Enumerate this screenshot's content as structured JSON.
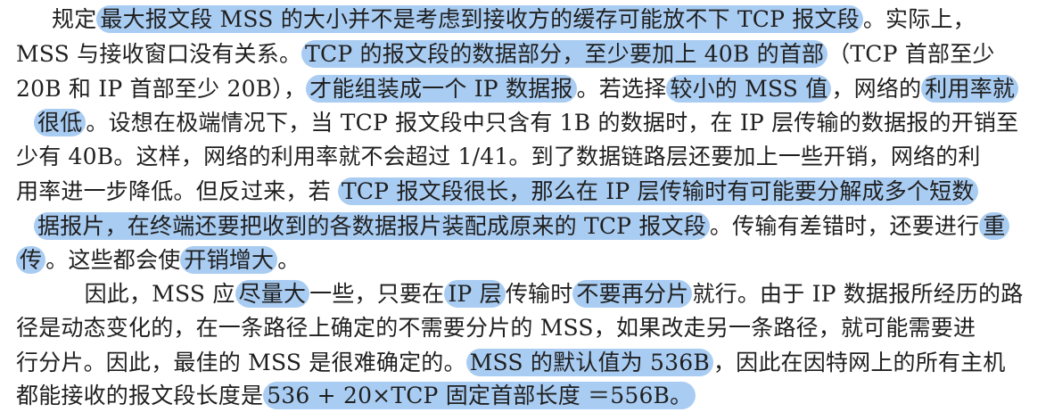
{
  "paragraphs": [
    {
      "lines": [
        [
          {
            "t": "规定",
            "h": false
          },
          {
            "t": "最大报文段 MSS 的大小并不是考虑到接收方的缓存可能放不下 TCP 报文段",
            "h": true
          },
          {
            "t": "。实际上，",
            "h": false
          }
        ],
        [
          {
            "t": "MSS 与接收窗口没有关系。",
            "h": false
          },
          {
            "t": "TCP 的报文段的数据部分，至少要加上 40B 的首部",
            "h": true
          },
          {
            "t": "（TCP 首部至少",
            "h": false
          }
        ],
        [
          {
            "t": "20B 和 IP 首部至少 20B），",
            "h": false
          },
          {
            "t": "才能组装成一个 IP 数据报",
            "h": true
          },
          {
            "t": "。若选择",
            "h": false
          },
          {
            "t": "较小的 MSS 值",
            "h": true
          },
          {
            "t": "，网络的",
            "h": false
          },
          {
            "t": "利用率就",
            "h": true
          }
        ],
        [
          {
            "t": "很低",
            "h": true
          },
          {
            "t": "。设想在极端情况下，当 TCP 报文段中只含有 1B 的数据时，在 IP 层传输的数据报的开销至",
            "h": false
          }
        ],
        [
          {
            "t": "少有 40B。这样，网络的利用率就不会超过 1/41。到了数据链路层还要加上一些开销，网络的利",
            "h": false
          }
        ],
        [
          {
            "t": "用率进一步降低。但反过来，若 ",
            "h": false
          },
          {
            "t": "TCP 报文段很长，那么在 IP 层传输时有可能要分解成多个短数",
            "h": true
          }
        ],
        [
          {
            "t": "据报片，在终端还要把收到的各数据报片装配成原来的 TCP 报文段",
            "h": true
          },
          {
            "t": "。传输有差错时，还要进行",
            "h": false
          },
          {
            "t": "重",
            "h": true
          }
        ],
        [
          {
            "t": "传",
            "h": true
          },
          {
            "t": "。这些都会使",
            "h": false
          },
          {
            "t": "开销增大",
            "h": true
          },
          {
            "t": "。",
            "h": false
          }
        ]
      ]
    },
    {
      "lines": [
        [
          {
            "t": "    因此，MSS 应",
            "h": false
          },
          {
            "t": "尽量大",
            "h": true
          },
          {
            "t": "一些，只要在",
            "h": false
          },
          {
            "t": "IP 层",
            "h": true
          },
          {
            "t": "传输时",
            "h": false
          },
          {
            "t": "不要再分片",
            "h": true
          },
          {
            "t": "就行。由于 IP 数据报所经历的路",
            "h": false
          }
        ],
        [
          {
            "t": "径是动态变化的，在一条路径上确定的不需要分片的 MSS，如果改走另一条路径，就可能需要进",
            "h": false
          }
        ],
        [
          {
            "t": "行分片。因此，最佳的 MSS 是很难确定的。",
            "h": false
          },
          {
            "t": "MSS 的默认值为 536B",
            "h": true
          },
          {
            "t": "，因此在因特网上的所有主机",
            "h": false
          }
        ],
        [
          {
            "t": "都能接收的报文段长度是",
            "h": false
          },
          {
            "t": "536 + 20×TCP 固定首部长度 ＝556B。",
            "h": true
          }
        ]
      ]
    }
  ],
  "colors": {
    "highlight": "#a9ccf2",
    "text": "#1f1f1f",
    "background": "#ffffff"
  }
}
